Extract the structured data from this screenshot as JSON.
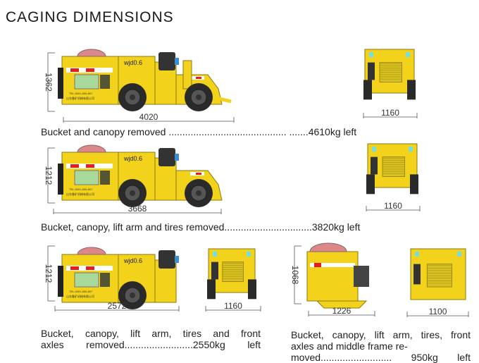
{
  "title": "CAGING DIMENSIONS",
  "colors": {
    "body": "#f2d21a",
    "outline": "#8a7a10",
    "tire": "#2a2a2a",
    "panel_green": "#a8d89a",
    "reflector_red": "#e02020"
  },
  "machine_labels": {
    "model": "wjd0.6",
    "tel": "TEL:4001-800-807",
    "company": "山东鲁矿机械有限公司"
  },
  "configurations": [
    {
      "side_height": "1362",
      "side_length": "4020",
      "front_width": "1160",
      "caption": "Bucket and canopy removed  ........................................... .......4610kg left"
    },
    {
      "side_height": "1212",
      "side_length": "3668",
      "front_width": "1160",
      "caption": "Bucket, canopy, lift arm and tires removed................................3820kg left"
    },
    {
      "side_height": "1212",
      "side_length": "2572",
      "front_width": "1160",
      "caption_lines": [
        "Bucket, canopy, lift arm, tires and front",
        "axles removed.........................2550kg left"
      ]
    },
    {
      "side_height": "1068",
      "side_length": "1226",
      "front_width": "1100",
      "caption_lines": [
        "Bucket, canopy, lift arm, tires, front",
        "axles and middle frame re-",
        "moved.......................... 950kg left"
      ]
    }
  ]
}
